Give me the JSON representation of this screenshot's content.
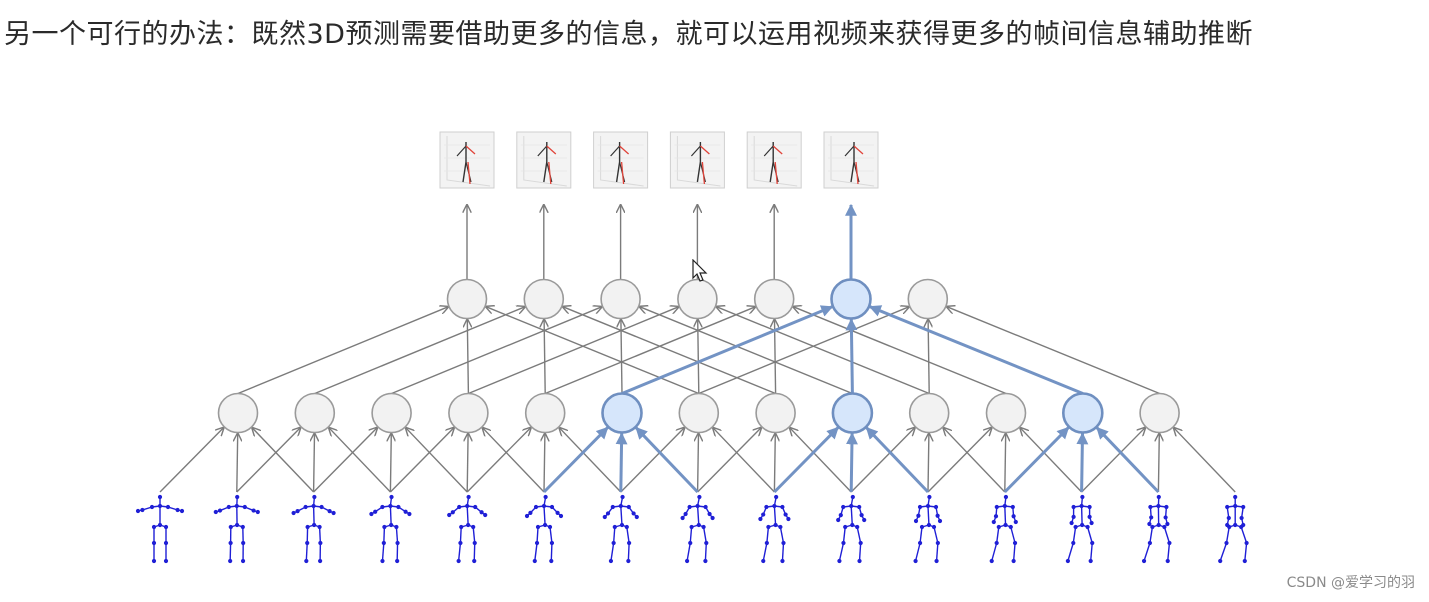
{
  "slide": {
    "title": "另一个可行的办法：既然3D预测需要借助更多的信息，就可以运用视频来获得更多的帧间信息辅助推断",
    "watermark": "CSDN @爱学习的羽"
  },
  "diagram": {
    "input_frame_count": 15,
    "hidden_layer_count": 13,
    "output_layer_count": 7,
    "output_pose_count": 6,
    "highlighted_hidden_indices": [
      5,
      8,
      11
    ],
    "highlighted_output_index": 5,
    "colors": {
      "edge": "#7b7b7b",
      "highlight_edge": "#7393c4",
      "node_fill": "#f2f2f2",
      "node_stroke": "#9a9a9a",
      "highlight_fill": "#d6e6fb",
      "highlight_stroke": "#6f8fc0",
      "skeleton": "#1f1fd6",
      "pose_left_limb": "#e0443a",
      "pose_body": "#333333"
    }
  }
}
